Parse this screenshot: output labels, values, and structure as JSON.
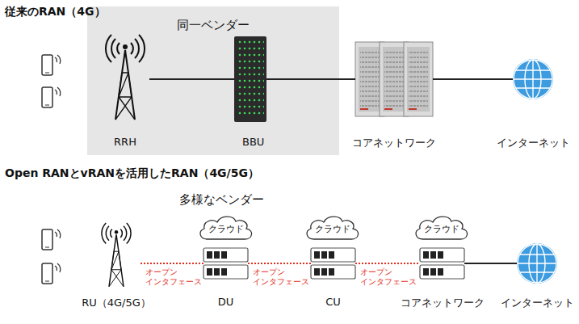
{
  "diagram": {
    "nodes": [
      {
        "text": [
          "同一ベンダー"
        ]
      },
      {
        "text": [
          "RRH"
        ],
        "in": 0
      },
      {
        "text": [
          "BBU"
        ],
        "in": 0
      },
      {
        "text": [
          "コアネットワーク"
        ]
      },
      {
        "text": [
          "インターネット"
        ]
      },
      {
        "text": [
          "RU（4G/5G）"
        ]
      },
      {
        "text": [
          "クラウド"
        ]
      },
      {
        "text": [
          "DU"
        ]
      },
      {
        "text": [
          "クラウド"
        ]
      },
      {
        "text": [
          "CU"
        ]
      },
      {
        "text": [
          "クラウド"
        ]
      },
      {
        "text": [
          "コアネットワーク"
        ]
      },
      {
        "text": [
          "インターネット"
        ]
      }
    ],
    "edges": [
      {
        "from": 1,
        "to": 2,
        "arrow": "none"
      },
      {
        "from": 2,
        "to": 3,
        "arrow": "none"
      },
      {
        "from": 3,
        "to": 4,
        "arrow": "none"
      },
      {
        "from": 5,
        "to": 7,
        "arrow": "none",
        "label": "オープン インタフェース"
      },
      {
        "from": 7,
        "to": 9,
        "arrow": "none",
        "label": "オープン インタフェース"
      },
      {
        "from": 9,
        "to": 11,
        "arrow": "none",
        "label": "オープン インタフェース"
      },
      {
        "from": 11,
        "to": 12,
        "arrow": "none"
      }
    ],
    "labels": [
      "従来のRAN（4G）",
      "Open RANとvRANを活用したRAN（4G/5G）",
      "多様なベンダー"
    ]
  }
}
